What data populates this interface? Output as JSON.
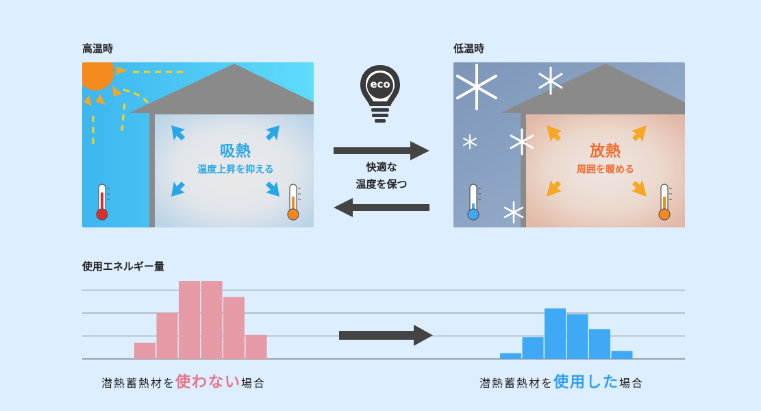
{
  "hot": {
    "heading": "高温時",
    "title": "吸熱",
    "subtitle": "温度上昇を抑える"
  },
  "cold": {
    "heading": "低温時",
    "title": "放熱",
    "subtitle": "周囲を暖める"
  },
  "middle": {
    "eco_label": "eco",
    "line1": "快適な",
    "line2": "温度を保つ"
  },
  "energy": {
    "heading": "使用エネルギー量",
    "left_caption": {
      "before": "潜熱蓄熱材を",
      "highlight": "使わない",
      "after": "場合"
    },
    "right_caption": {
      "before": "潜熱蓄熱材を",
      "highlight": "使用した",
      "after": "場合"
    }
  },
  "chart_data": {
    "type": "bar",
    "title": "",
    "xlabel": "",
    "ylabel": "",
    "ylim": [
      0,
      4
    ],
    "gridlines": [
      1,
      2,
      3,
      4
    ],
    "series": [
      {
        "values": [
          0.7,
          2.0,
          3.4,
          3.4,
          2.7,
          1.05
        ],
        "color": "#e69aa6"
      },
      {
        "values": [
          0.25,
          0.95,
          2.2,
          1.95,
          1.3,
          0.35
        ],
        "color": "#3fa9f5"
      }
    ]
  },
  "colors": {
    "background": "#ddeefe",
    "hot_sky": "#4fc3f7",
    "cold_sky": "#8fa5c4",
    "roof": "#8a8a8a",
    "hot_accent": "#29a6e6",
    "cold_accent": "#ef6c2f",
    "pink_highlight": "#e67488",
    "blue_highlight": "#2e9ef0",
    "arrow": "#444444"
  }
}
